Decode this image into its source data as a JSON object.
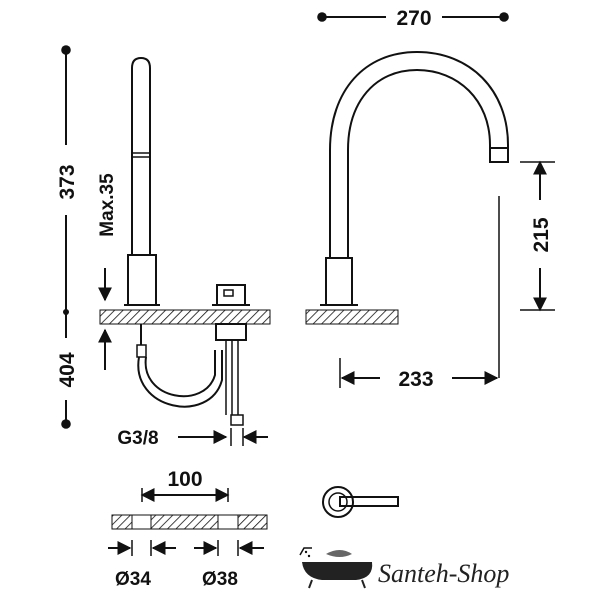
{
  "dimensions": {
    "overall_width": "270",
    "height_total": "373",
    "max_deck": "Max.35",
    "below_deck": "404",
    "spout_height": "215",
    "spout_reach": "233",
    "connection": "G3/8",
    "hole_spacing": "100",
    "hole_diameter_1": "Ø34",
    "hole_diameter_2": "Ø38"
  },
  "logo": {
    "text": "Santeh-Shop"
  },
  "colors": {
    "line": "#111111",
    "background": "#ffffff"
  },
  "icons": [
    "handle-lever-icon",
    "bathtub-logo-icon",
    "dim-arrow-icon"
  ]
}
